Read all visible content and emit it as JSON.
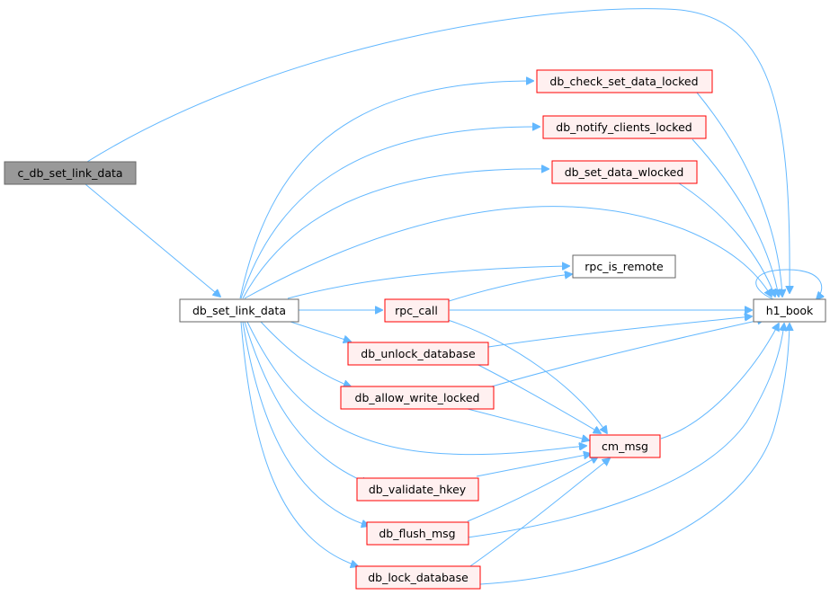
{
  "colors": {
    "edge": "#63b8ff",
    "current_fill": "#999999",
    "current_stroke": "#666666",
    "red_fill": "#fff0f0",
    "red_stroke": "#ff0000",
    "plain_fill": "#ffffff",
    "plain_stroke": "#666666"
  },
  "nodes": {
    "c_db_set_link_data": "c_db_set_link_data",
    "db_set_link_data": "db_set_link_data",
    "db_check_set_data_locked": "db_check_set_data_locked",
    "db_notify_clients_locked": "db_notify_clients_locked",
    "db_set_data_wlocked": "db_set_data_wlocked",
    "rpc_is_remote": "rpc_is_remote",
    "rpc_call": "rpc_call",
    "h1_book": "h1_book",
    "db_unlock_database": "db_unlock_database",
    "db_allow_write_locked": "db_allow_write_locked",
    "cm_msg": "cm_msg",
    "db_validate_hkey": "db_validate_hkey",
    "db_flush_msg": "db_flush_msg",
    "db_lock_database": "db_lock_database"
  }
}
